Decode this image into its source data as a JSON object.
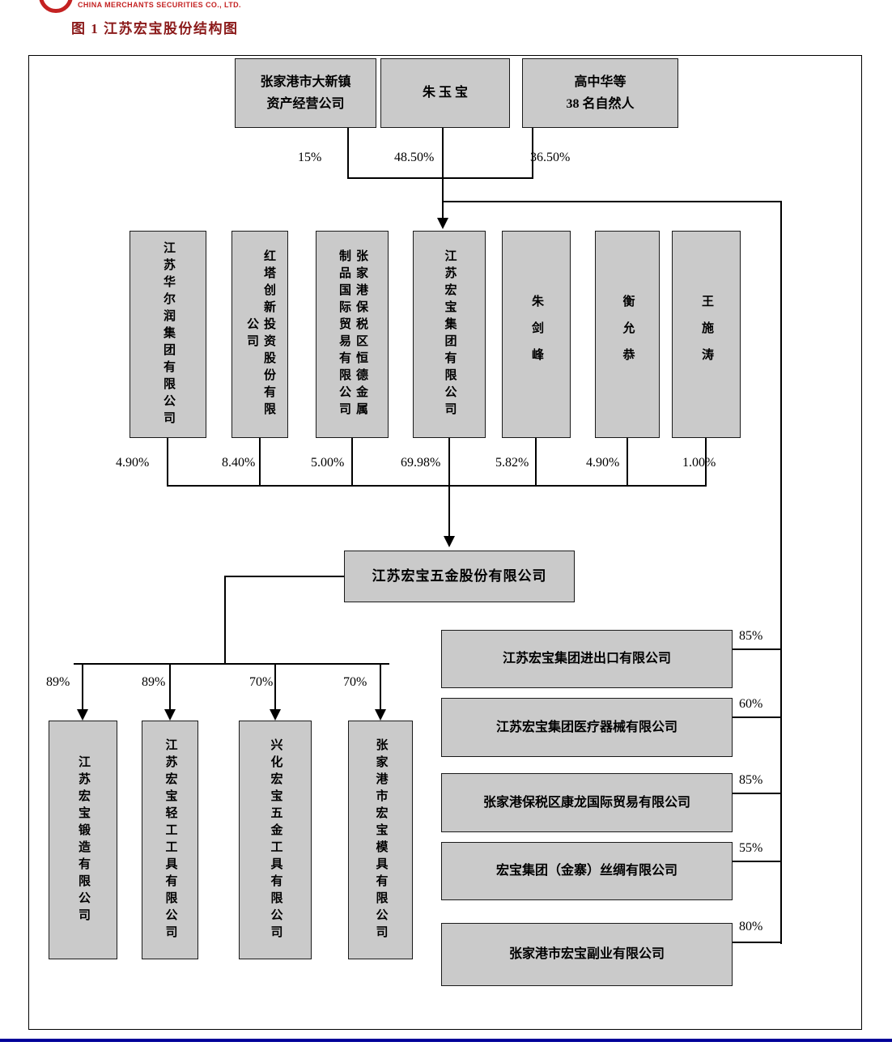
{
  "header": {
    "logo_caption": "CHINA MERCHANTS SECURITIES CO., LTD.",
    "figure_title": "图 1  江苏宏宝股份结构图"
  },
  "top_shareholders": [
    {
      "name": "张家港市大新镇\n资产经营公司",
      "stake": "15%"
    },
    {
      "name": "朱 玉 宝",
      "stake": "48.50%"
    },
    {
      "name": "高中华等\n38 名自然人",
      "stake": "36.50%"
    }
  ],
  "mid_shareholders": [
    {
      "name": "江苏华尔润集团有限公司",
      "stake": "4.90%"
    },
    {
      "name": "红塔创新投资股份有限\n公司",
      "stake": "8.40%"
    },
    {
      "name": "张家港保税区恒德金属\n制品国际贸易有限公司",
      "stake": "5.00%"
    },
    {
      "name": "江苏宏宝集团有限公司",
      "stake": "69.98%"
    },
    {
      "name": "朱剑峰",
      "stake": "5.82%"
    },
    {
      "name": "衡允恭",
      "stake": "4.90%"
    },
    {
      "name": "王施涛",
      "stake": "1.00%"
    }
  ],
  "main_company": {
    "name": "江苏宏宝五金股份有限公司"
  },
  "subsidiaries": [
    {
      "name": "江苏宏宝锻造有限公司",
      "stake": "89%"
    },
    {
      "name": "江苏宏宝轻工工具有限公司",
      "stake": "89%"
    },
    {
      "name": "兴化宏宝五金工具有限公司",
      "stake": "70%"
    },
    {
      "name": "张家港市宏宝模具有限公司",
      "stake": "70%"
    }
  ],
  "group_subsidiaries": [
    {
      "name": "江苏宏宝集团进出口有限公司",
      "stake": "85%"
    },
    {
      "name": "江苏宏宝集团医疗器械有限公司",
      "stake": "60%"
    },
    {
      "name": "张家港保税区康龙国际贸易有限公司",
      "stake": "85%"
    },
    {
      "name": "宏宝集团（金寨）丝绸有限公司",
      "stake": "55%"
    },
    {
      "name": "张家港市宏宝副业有限公司",
      "stake": "80%"
    }
  ],
  "colors": {
    "box_fill": "#cacaca",
    "box_border": "#1a1a1a",
    "title_red": "#8b1a1a",
    "logo_red": "#c42222",
    "footer_blue": "#000099"
  }
}
